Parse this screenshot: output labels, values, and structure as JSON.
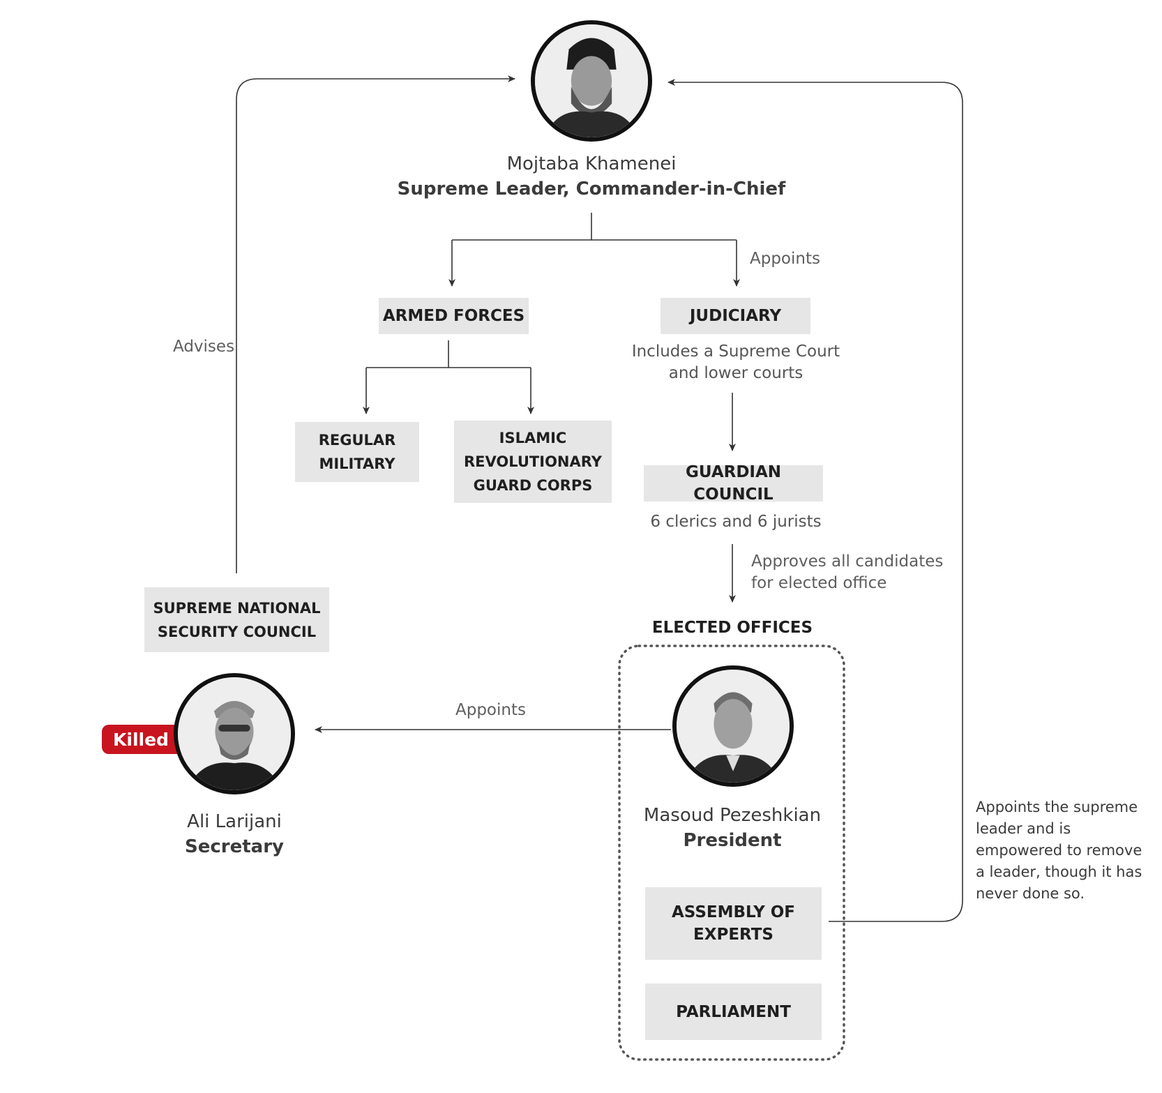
{
  "supreme_leader": {
    "name": "Mojtaba Khamenei",
    "role": "Supreme Leader, Commander-in-Chief"
  },
  "labels": {
    "appoints_top": "Appoints",
    "advises": "Advises",
    "approves": [
      "Approves all candidates",
      "for elected office"
    ],
    "appoints_mid": "Appoints",
    "assembly_note": [
      "Appoints the supreme",
      "leader and is",
      "empowered to remove",
      "a leader, though it has",
      "never done so."
    ]
  },
  "boxes": {
    "armed_forces": "ARMED FORCES",
    "judiciary": "JUDICIARY",
    "regular_military": [
      "REGULAR",
      "MILITARY"
    ],
    "irgc": [
      "ISLAMIC",
      "REVOLUTIONARY",
      "GUARD CORPS"
    ],
    "guardian_council": "GUARDIAN COUNCIL",
    "snsc": [
      "SUPREME NATIONAL",
      "SECURITY COUNCIL"
    ],
    "assembly": [
      "ASSEMBLY OF",
      "EXPERTS"
    ],
    "parliament": "PARLIAMENT"
  },
  "judiciary_desc": [
    "Includes a Supreme Court",
    "and lower courts"
  ],
  "guardian_desc": "6 clerics and 6 jurists",
  "elected_title": "ELECTED OFFICES",
  "president": {
    "name": "Masoud Pezeshkian",
    "role": "President"
  },
  "secretary": {
    "name": "Ali Larijani",
    "role": "Secretary",
    "status": "Killed"
  }
}
